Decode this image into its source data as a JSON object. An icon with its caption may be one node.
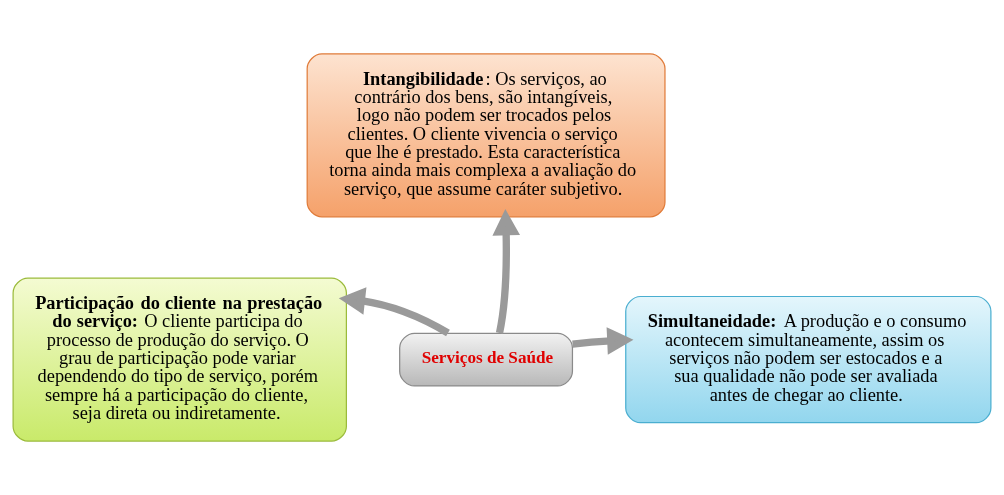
{
  "diagram": {
    "nodes": [
      {
        "text": [
          "**Intangibilidade**: Os serviços, ao contrário dos bens, são intangíveis, logo não podem ser trocados pelos clientes. O cliente vivencia o serviço que lhe é prestado. Esta característica torna ainda mais complexa a avaliação do serviço, que assume caráter subjetivo."
        ]
      },
      {
        "text": [
          "**Participação do cliente na prestação do serviço:** O cliente participa do processo de produção do serviço. O grau de participação pode variar dependendo do tipo de serviço, porém sempre há a participação do cliente, seja direta ou indiretamente."
        ]
      },
      {
        "text": [
          "Serviços de Saúde"
        ]
      },
      {
        "text": [
          "**Simultaneidade:** A produção e o consumo acontecem simultaneamente, assim os serviços não podem ser estocados e a sua qualidade não pode ser avaliada antes de chegar ao cliente."
        ]
      }
    ],
    "edges": [
      {
        "from": 2,
        "to": 0,
        "arrow": "to"
      },
      {
        "from": 2,
        "to": 1,
        "arrow": "to"
      },
      {
        "from": 2,
        "to": 3,
        "arrow": "to"
      }
    ]
  }
}
